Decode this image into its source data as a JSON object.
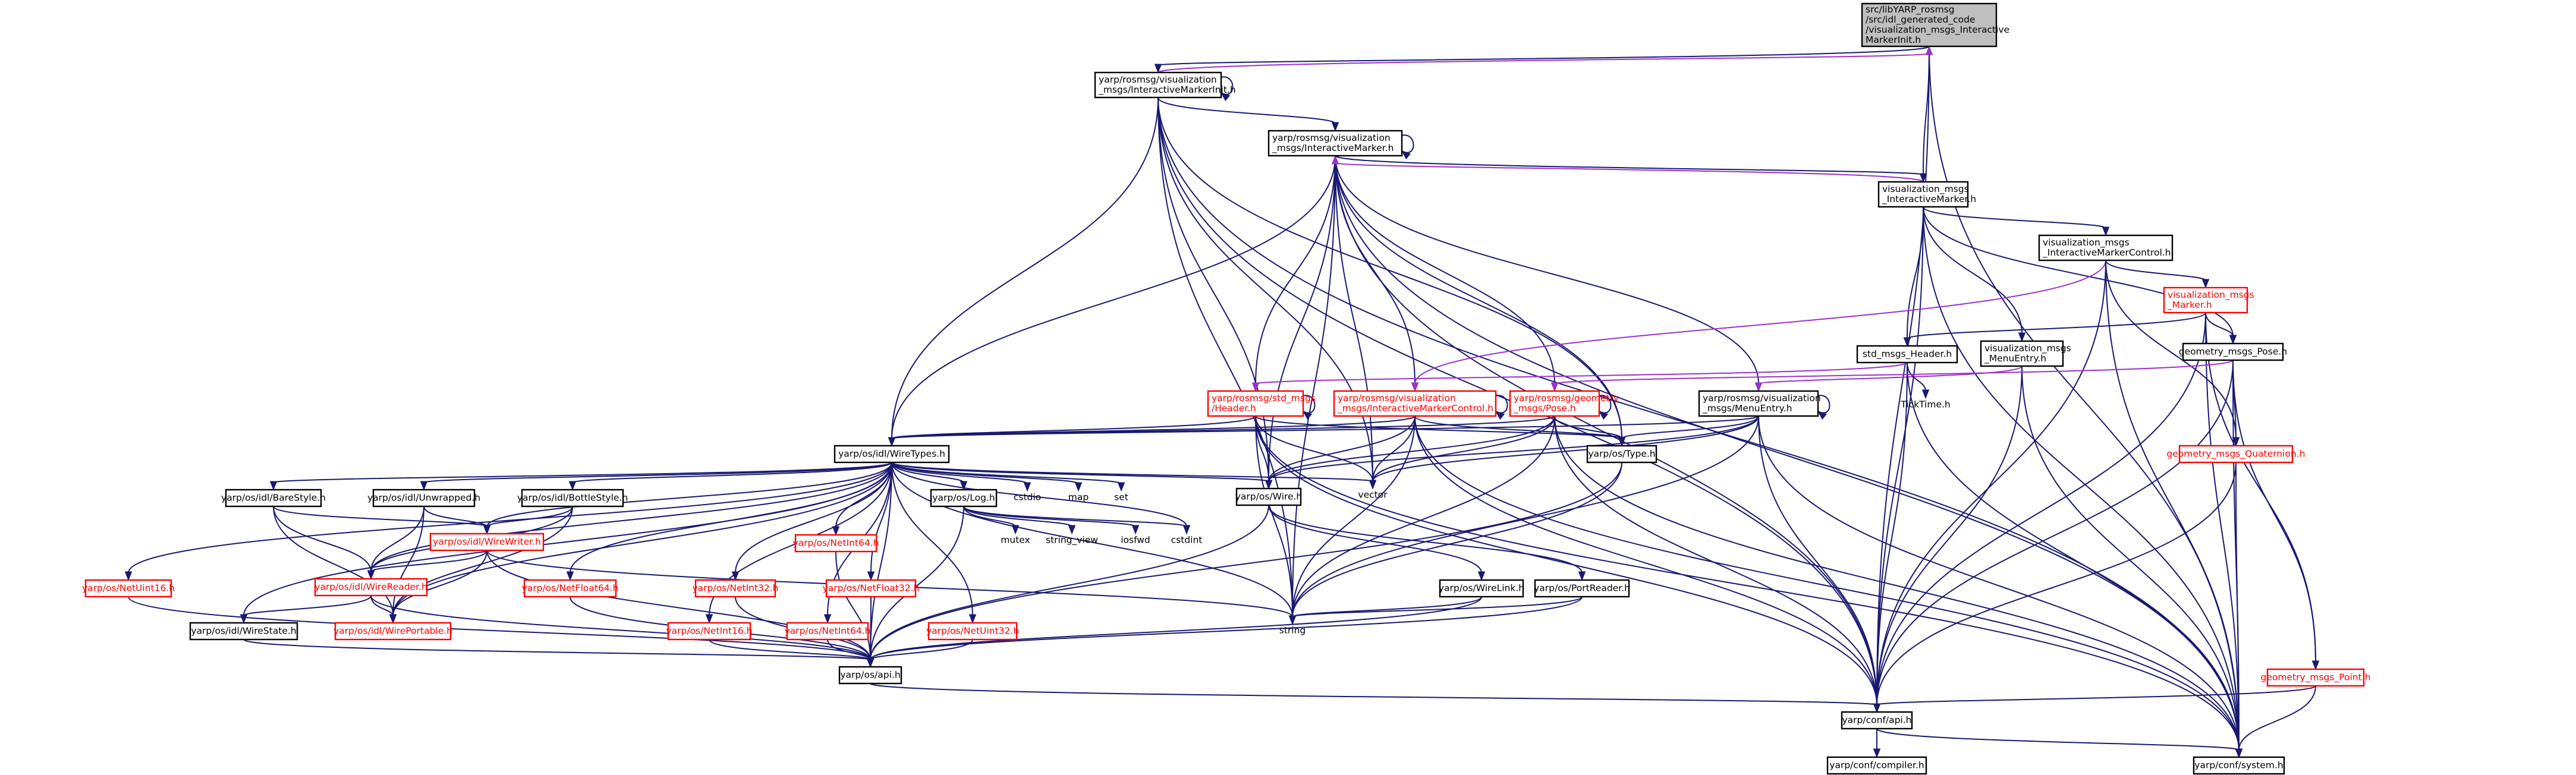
{
  "diagram": {
    "nodes": [
      {
        "id": "root",
        "lines": [
          "src/libYARP_rosmsg",
          "/src/idl_generated_code",
          "/visualization_msgs_Interactive",
          "MarkerInit.h"
        ],
        "style": "grey"
      },
      {
        "id": "imi",
        "lines": [
          "yarp/rosmsg/visualization",
          "_msgs/InteractiveMarkerInit.h"
        ],
        "style": "plain"
      },
      {
        "id": "im",
        "lines": [
          "yarp/rosmsg/visualization",
          "_msgs/InteractiveMarker.h"
        ],
        "style": "plain"
      },
      {
        "id": "vm_im",
        "lines": [
          "visualization_msgs",
          "_InteractiveMarker.h"
        ],
        "style": "plain"
      },
      {
        "id": "vm_imc",
        "lines": [
          "visualization_msgs",
          "_InteractiveMarkerControl.h"
        ],
        "style": "plain"
      },
      {
        "id": "vm_marker",
        "lines": [
          "visualization_msgs",
          "_Marker.h"
        ],
        "style": "red"
      },
      {
        "id": "vm_menu",
        "lines": [
          "visualization_msgs",
          "_MenuEntry.h"
        ],
        "style": "plain"
      },
      {
        "id": "std_header",
        "lines": [
          "std_msgs_Header.h"
        ],
        "style": "plain"
      },
      {
        "id": "geo_pose",
        "lines": [
          "geometry_msgs_Pose.h"
        ],
        "style": "plain"
      },
      {
        "id": "ticktime",
        "lines": [
          "TickTime.h"
        ],
        "style": "sys"
      },
      {
        "id": "rm_header",
        "lines": [
          "yarp/rosmsg/std_msgs",
          "/Header.h"
        ],
        "style": "red"
      },
      {
        "id": "rm_imc",
        "lines": [
          "yarp/rosmsg/visualization",
          "_msgs/InteractiveMarkerControl.h"
        ],
        "style": "red"
      },
      {
        "id": "rm_pose",
        "lines": [
          "yarp/rosmsg/geometry",
          "_msgs/Pose.h"
        ],
        "style": "red"
      },
      {
        "id": "rm_menu",
        "lines": [
          "yarp/rosmsg/visualization",
          "_msgs/MenuEntry.h"
        ],
        "style": "plain"
      },
      {
        "id": "geo_quat",
        "lines": [
          "geometry_msgs_Quaternion.h"
        ],
        "style": "red"
      },
      {
        "id": "geo_point",
        "lines": [
          "geometry_msgs_Point.h"
        ],
        "style": "red"
      },
      {
        "id": "wiretypes",
        "lines": [
          "yarp/os/idl/WireTypes.h"
        ],
        "style": "plain"
      },
      {
        "id": "type",
        "lines": [
          "yarp/os/Type.h"
        ],
        "style": "plain"
      },
      {
        "id": "wire",
        "lines": [
          "yarp/os/Wire.h"
        ],
        "style": "plain"
      },
      {
        "id": "vector",
        "lines": [
          "vector"
        ],
        "style": "sys"
      },
      {
        "id": "barestyle",
        "lines": [
          "yarp/os/idl/BareStyle.h"
        ],
        "style": "plain"
      },
      {
        "id": "unwrapped",
        "lines": [
          "yarp/os/idl/Unwrapped.h"
        ],
        "style": "plain"
      },
      {
        "id": "bottlestyle",
        "lines": [
          "yarp/os/idl/BottleStyle.h"
        ],
        "style": "plain"
      },
      {
        "id": "log",
        "lines": [
          "yarp/os/Log.h"
        ],
        "style": "plain"
      },
      {
        "id": "cstdio",
        "lines": [
          "cstdio"
        ],
        "style": "sys"
      },
      {
        "id": "map",
        "lines": [
          "map"
        ],
        "style": "sys"
      },
      {
        "id": "set",
        "lines": [
          "set"
        ],
        "style": "sys"
      },
      {
        "id": "wirewriter",
        "lines": [
          "yarp/os/idl/WireWriter.h"
        ],
        "style": "red"
      },
      {
        "id": "netint64",
        "lines": [
          "yarp/os/NetInt64.h"
        ],
        "style": "red"
      },
      {
        "id": "mutex",
        "lines": [
          "mutex"
        ],
        "style": "sys"
      },
      {
        "id": "string_view",
        "lines": [
          "string_view"
        ],
        "style": "sys"
      },
      {
        "id": "iosfwd",
        "lines": [
          "iosfwd"
        ],
        "style": "sys"
      },
      {
        "id": "cstdint",
        "lines": [
          "cstdint"
        ],
        "style": "sys"
      },
      {
        "id": "wirereader",
        "lines": [
          "yarp/os/idl/WireReader.h"
        ],
        "style": "red"
      },
      {
        "id": "netuint16",
        "lines": [
          "yarp/os/NetUint16.h"
        ],
        "style": "red"
      },
      {
        "id": "netfloat64",
        "lines": [
          "yarp/os/NetFloat64.h"
        ],
        "style": "red"
      },
      {
        "id": "netint32",
        "lines": [
          "yarp/os/NetInt32.h"
        ],
        "style": "red"
      },
      {
        "id": "netfloat32",
        "lines": [
          "yarp/os/NetFloat32.h"
        ],
        "style": "red"
      },
      {
        "id": "wirelink",
        "lines": [
          "yarp/os/WireLink.h"
        ],
        "style": "plain"
      },
      {
        "id": "portreader",
        "lines": [
          "yarp/os/PortReader.h"
        ],
        "style": "plain"
      },
      {
        "id": "wirestate",
        "lines": [
          "yarp/os/idl/WireState.h"
        ],
        "style": "plain"
      },
      {
        "id": "wireportable",
        "lines": [
          "yarp/os/idl/WirePortable.h"
        ],
        "style": "red"
      },
      {
        "id": "string",
        "lines": [
          "string"
        ],
        "style": "sys"
      },
      {
        "id": "netint16",
        "lines": [
          "yarp/os/NetInt16.h"
        ],
        "style": "red"
      },
      {
        "id": "netint64b",
        "lines": [
          "yarp/os/NetInt64.h"
        ],
        "style": "red"
      },
      {
        "id": "netuint32",
        "lines": [
          "yarp/os/NetUint32.h"
        ],
        "style": "red"
      },
      {
        "id": "api",
        "lines": [
          "yarp/os/api.h"
        ],
        "style": "plain"
      },
      {
        "id": "conf_api",
        "lines": [
          "yarp/conf/api.h"
        ],
        "style": "plain"
      },
      {
        "id": "compiler",
        "lines": [
          "yarp/conf/compiler.h"
        ],
        "style": "plain"
      },
      {
        "id": "system",
        "lines": [
          "yarp/conf/system.h"
        ],
        "style": "plain"
      }
    ],
    "edges": [
      [
        "root",
        "imi",
        "n"
      ],
      [
        "root",
        "vm_im",
        "n"
      ],
      [
        "root",
        "conf_api",
        "n"
      ],
      [
        "root",
        "system",
        "n"
      ],
      [
        "imi",
        "root",
        "p"
      ],
      [
        "imi",
        "im",
        "n"
      ],
      [
        "imi",
        "wiretypes",
        "n"
      ],
      [
        "imi",
        "type",
        "n"
      ],
      [
        "imi",
        "wire",
        "n"
      ],
      [
        "imi",
        "vector",
        "n"
      ],
      [
        "imi",
        "string",
        "n"
      ],
      [
        "imi",
        "conf_api",
        "n"
      ],
      [
        "imi",
        "system",
        "n"
      ],
      [
        "imi",
        "imi",
        "n"
      ],
      [
        "im",
        "vm_im",
        "n"
      ],
      [
        "im",
        "rm_header",
        "n"
      ],
      [
        "im",
        "rm_imc",
        "n"
      ],
      [
        "im",
        "rm_pose",
        "n"
      ],
      [
        "im",
        "rm_menu",
        "n"
      ],
      [
        "im",
        "wiretypes",
        "n"
      ],
      [
        "im",
        "type",
        "n"
      ],
      [
        "im",
        "wire",
        "n"
      ],
      [
        "im",
        "vector",
        "n"
      ],
      [
        "im",
        "string",
        "n"
      ],
      [
        "im",
        "conf_api",
        "n"
      ],
      [
        "im",
        "system",
        "n"
      ],
      [
        "im",
        "im",
        "n"
      ],
      [
        "vm_im",
        "im",
        "p"
      ],
      [
        "vm_im",
        "vm_imc",
        "n"
      ],
      [
        "vm_im",
        "vm_menu",
        "n"
      ],
      [
        "vm_im",
        "std_header",
        "n"
      ],
      [
        "vm_im",
        "geo_pose",
        "n"
      ],
      [
        "vm_im",
        "conf_api",
        "n"
      ],
      [
        "vm_im",
        "system",
        "n"
      ],
      [
        "vm_imc",
        "rm_imc",
        "p"
      ],
      [
        "vm_imc",
        "vm_marker",
        "n"
      ],
      [
        "vm_imc",
        "geo_quat",
        "n"
      ],
      [
        "vm_imc",
        "conf_api",
        "n"
      ],
      [
        "vm_imc",
        "system",
        "n"
      ],
      [
        "vm_marker",
        "std_header",
        "n"
      ],
      [
        "vm_marker",
        "geo_pose",
        "n"
      ],
      [
        "vm_marker",
        "geo_point",
        "n"
      ],
      [
        "vm_marker",
        "conf_api",
        "n"
      ],
      [
        "vm_marker",
        "system",
        "n"
      ],
      [
        "vm_menu",
        "rm_menu",
        "p"
      ],
      [
        "vm_menu",
        "conf_api",
        "n"
      ],
      [
        "vm_menu",
        "system",
        "n"
      ],
      [
        "std_header",
        "rm_header",
        "p"
      ],
      [
        "std_header",
        "ticktime",
        "n"
      ],
      [
        "std_header",
        "conf_api",
        "n"
      ],
      [
        "std_header",
        "system",
        "n"
      ],
      [
        "geo_pose",
        "rm_pose",
        "p"
      ],
      [
        "geo_pose",
        "geo_quat",
        "n"
      ],
      [
        "geo_pose",
        "geo_point",
        "n"
      ],
      [
        "geo_pose",
        "conf_api",
        "n"
      ],
      [
        "geo_pose",
        "system",
        "n"
      ],
      [
        "geo_quat",
        "conf_api",
        "n"
      ],
      [
        "geo_quat",
        "system",
        "n"
      ],
      [
        "geo_point",
        "conf_api",
        "n"
      ],
      [
        "geo_point",
        "system",
        "n"
      ],
      [
        "rm_header",
        "wiretypes",
        "n"
      ],
      [
        "rm_header",
        "type",
        "n"
      ],
      [
        "rm_header",
        "wire",
        "n"
      ],
      [
        "rm_header",
        "string",
        "n"
      ],
      [
        "rm_header",
        "vector",
        "n"
      ],
      [
        "rm_header",
        "conf_api",
        "n"
      ],
      [
        "rm_header",
        "system",
        "n"
      ],
      [
        "rm_header",
        "rm_header",
        "n"
      ],
      [
        "rm_imc",
        "wiretypes",
        "n"
      ],
      [
        "rm_imc",
        "type",
        "n"
      ],
      [
        "rm_imc",
        "wire",
        "n"
      ],
      [
        "rm_imc",
        "vector",
        "n"
      ],
      [
        "rm_imc",
        "string",
        "n"
      ],
      [
        "rm_imc",
        "conf_api",
        "n"
      ],
      [
        "rm_imc",
        "system",
        "n"
      ],
      [
        "rm_imc",
        "rm_imc",
        "n"
      ],
      [
        "rm_pose",
        "wiretypes",
        "n"
      ],
      [
        "rm_pose",
        "type",
        "n"
      ],
      [
        "rm_pose",
        "wire",
        "n"
      ],
      [
        "rm_pose",
        "vector",
        "n"
      ],
      [
        "rm_pose",
        "string",
        "n"
      ],
      [
        "rm_pose",
        "conf_api",
        "n"
      ],
      [
        "rm_pose",
        "system",
        "n"
      ],
      [
        "rm_pose",
        "rm_pose",
        "n"
      ],
      [
        "rm_menu",
        "wiretypes",
        "n"
      ],
      [
        "rm_menu",
        "type",
        "n"
      ],
      [
        "rm_menu",
        "wire",
        "n"
      ],
      [
        "rm_menu",
        "vector",
        "n"
      ],
      [
        "rm_menu",
        "string",
        "n"
      ],
      [
        "rm_menu",
        "conf_api",
        "n"
      ],
      [
        "rm_menu",
        "system",
        "n"
      ],
      [
        "rm_menu",
        "rm_menu",
        "n"
      ],
      [
        "wiretypes",
        "barestyle",
        "n"
      ],
      [
        "wiretypes",
        "unwrapped",
        "n"
      ],
      [
        "wiretypes",
        "bottlestyle",
        "n"
      ],
      [
        "wiretypes",
        "log",
        "n"
      ],
      [
        "wiretypes",
        "cstdio",
        "n"
      ],
      [
        "wiretypes",
        "map",
        "n"
      ],
      [
        "wiretypes",
        "set",
        "n"
      ],
      [
        "wiretypes",
        "wire",
        "n"
      ],
      [
        "wiretypes",
        "vector",
        "n"
      ],
      [
        "wiretypes",
        "cstdint",
        "n"
      ],
      [
        "wiretypes",
        "string",
        "n"
      ],
      [
        "wiretypes",
        "wirewriter",
        "n"
      ],
      [
        "wiretypes",
        "wirereader",
        "n"
      ],
      [
        "wiretypes",
        "wirestate",
        "n"
      ],
      [
        "wiretypes",
        "wireportable",
        "n"
      ],
      [
        "wiretypes",
        "netint64",
        "n"
      ],
      [
        "wiretypes",
        "netuint16",
        "n"
      ],
      [
        "wiretypes",
        "netfloat64",
        "n"
      ],
      [
        "wiretypes",
        "netint32",
        "n"
      ],
      [
        "wiretypes",
        "netfloat32",
        "n"
      ],
      [
        "wiretypes",
        "netint16",
        "n"
      ],
      [
        "wiretypes",
        "netint64b",
        "n"
      ],
      [
        "wiretypes",
        "netuint32",
        "n"
      ],
      [
        "wiretypes",
        "api",
        "n"
      ],
      [
        "barestyle",
        "wirewriter",
        "n"
      ],
      [
        "barestyle",
        "wirereader",
        "n"
      ],
      [
        "barestyle",
        "wireportable",
        "n"
      ],
      [
        "unwrapped",
        "wirewriter",
        "n"
      ],
      [
        "unwrapped",
        "wirereader",
        "n"
      ],
      [
        "unwrapped",
        "wireportable",
        "n"
      ],
      [
        "bottlestyle",
        "wirewriter",
        "n"
      ],
      [
        "bottlestyle",
        "wirereader",
        "n"
      ],
      [
        "bottlestyle",
        "wireportable",
        "n"
      ],
      [
        "log",
        "mutex",
        "n"
      ],
      [
        "log",
        "string_view",
        "n"
      ],
      [
        "log",
        "iosfwd",
        "n"
      ],
      [
        "log",
        "cstdint",
        "n"
      ],
      [
        "log",
        "api",
        "n"
      ],
      [
        "wirewriter",
        "wirereader",
        "n"
      ],
      [
        "wirewriter",
        "wireportable",
        "n"
      ],
      [
        "wirewriter",
        "string",
        "n"
      ],
      [
        "wirewriter",
        "api",
        "n"
      ],
      [
        "wirereader",
        "wirestate",
        "n"
      ],
      [
        "wirereader",
        "wireportable",
        "n"
      ],
      [
        "wirereader",
        "api",
        "n"
      ],
      [
        "netint64",
        "api",
        "n"
      ],
      [
        "netuint16",
        "api",
        "n"
      ],
      [
        "netfloat64",
        "api",
        "n"
      ],
      [
        "netint32",
        "api",
        "n"
      ],
      [
        "netfloat32",
        "api",
        "n"
      ],
      [
        "netint16",
        "api",
        "n"
      ],
      [
        "netint64b",
        "api",
        "n"
      ],
      [
        "netuint32",
        "api",
        "n"
      ],
      [
        "wirestate",
        "api",
        "n"
      ],
      [
        "type",
        "string",
        "n"
      ],
      [
        "type",
        "api",
        "n"
      ],
      [
        "wire",
        "wirelink",
        "n"
      ],
      [
        "wire",
        "portreader",
        "n"
      ],
      [
        "wire",
        "api",
        "n"
      ],
      [
        "wirelink",
        "string",
        "n"
      ],
      [
        "wirelink",
        "api",
        "n"
      ],
      [
        "portreader",
        "string",
        "n"
      ],
      [
        "portreader",
        "api",
        "n"
      ],
      [
        "api",
        "conf_api",
        "n"
      ],
      [
        "conf_api",
        "compiler",
        "n"
      ],
      [
        "conf_api",
        "system",
        "n"
      ]
    ]
  }
}
